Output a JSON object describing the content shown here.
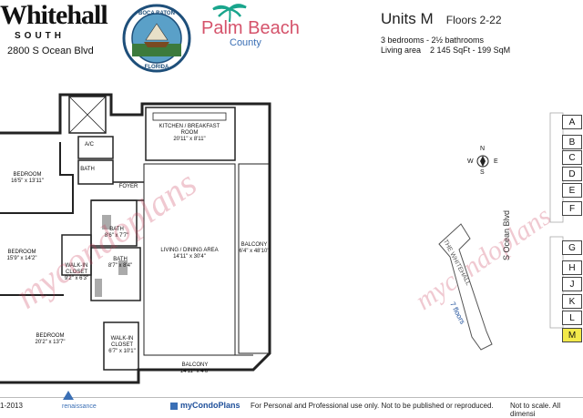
{
  "header": {
    "brand_title": "Whitehall",
    "brand_subtitle": "SOUTH",
    "address": "2800 S Ocean Blvd",
    "seal_text": "BOCA RATON",
    "seal_bottom": "FLORIDA",
    "county_line1": "Palm Beach",
    "county_line2": "County"
  },
  "unit": {
    "title": "Units M",
    "floors": "Floors 2-22",
    "rooms": "3 bedrooms - 2½ bathrooms",
    "area_label": "Living area",
    "area_value": "2 145 SqFt - 199 SqM"
  },
  "rooms": [
    {
      "name": "BEDROOM",
      "size": "16'5\" x 13'11\""
    },
    {
      "name": "A/C",
      "size": ""
    },
    {
      "name": "BATH",
      "size": ""
    },
    {
      "name": "KITCHEN / BREAKFAST ROOM",
      "size": "20'11\" x 8'11\""
    },
    {
      "name": "FOYER",
      "size": ""
    },
    {
      "name": "BATH",
      "size": "8'6\" x 7'7\""
    },
    {
      "name": "BEDROOM",
      "size": "15'9\" x 14'2\""
    },
    {
      "name": "WALK-IN CLOSET",
      "size": "9'2\" x 6'3\""
    },
    {
      "name": "BATH",
      "size": "8'7\" x 8'4\""
    },
    {
      "name": "LIVING / DINING AREA",
      "size": "14'11\" x 30'4\""
    },
    {
      "name": "BALCONY",
      "size": "6'4\" x 48'10\""
    },
    {
      "name": "BEDROOM",
      "size": "20'2\" x 13'7\""
    },
    {
      "name": "WALK-IN CLOSET",
      "size": "6'7\" x 10'1\""
    },
    {
      "name": "BALCONY",
      "size": "14'11\" x 4'6\""
    }
  ],
  "compass": {
    "n": "N",
    "s": "S",
    "e": "E",
    "w": "W"
  },
  "site": {
    "building_label": "THE WHITEHALL",
    "floors_label": "7 floors",
    "street_label": "S Ocean Blvd"
  },
  "unit_list": [
    "A",
    "B",
    "C",
    "D",
    "E",
    "F",
    "G",
    "H",
    "J",
    "K",
    "L",
    "M"
  ],
  "active_unit": "M",
  "watermark": "mycondoplans",
  "footer": {
    "date": "1-2013",
    "logo": "renaissance",
    "site_name": "myCondoPlans",
    "usage": "For Personal and Professional use only. Not to be published or reproduced.",
    "scale": "Not to scale. All dimensi"
  },
  "colors": {
    "county_pink": "#d5536b",
    "county_blue": "#3a6fb5",
    "palm_green": "#19a58c",
    "highlight_unit": "#f2e94a",
    "watermark": "#c83c5a"
  }
}
